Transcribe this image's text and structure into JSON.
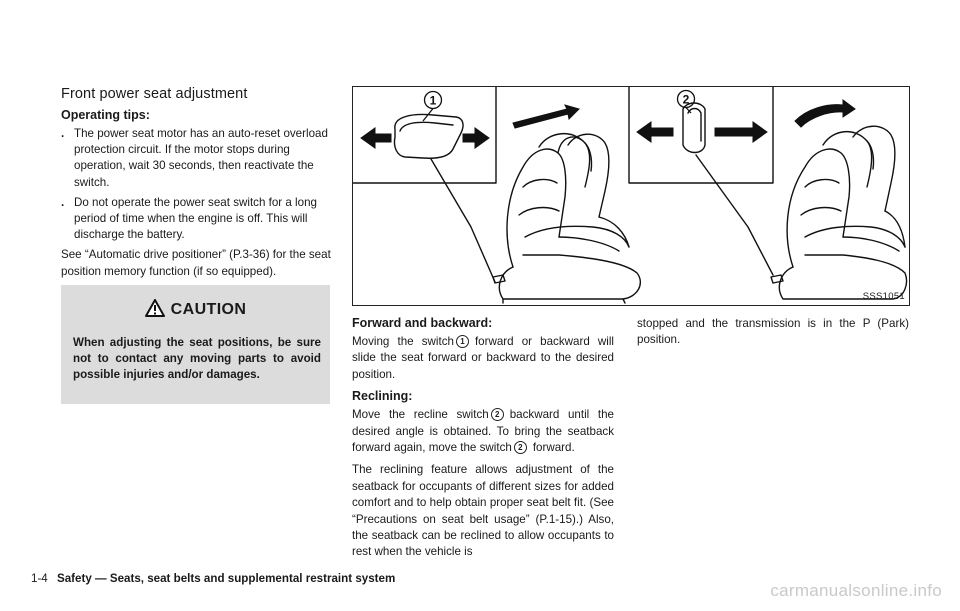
{
  "section_title": "Front power seat adjustment",
  "operating_tips": {
    "heading": "Operating tips:",
    "bullets": [
      "The power seat motor has an auto-reset overload protection circuit. If the motor stops during operation, wait 30 seconds, then reactivate the switch.",
      "Do not operate the power seat switch for a long period of time when the engine is off. This will discharge the battery."
    ],
    "see_also": "See “Automatic drive positioner” (P.3-36) for the seat position memory function (if so equipped)."
  },
  "caution": {
    "title": "CAUTION",
    "text": "When adjusting the seat positions, be sure not to contact any moving parts to avoid possible injuries and/or damages."
  },
  "figure": {
    "callouts": [
      "1",
      "2"
    ],
    "code": "SSS1051"
  },
  "forward_backward": {
    "heading": "Forward and backward:",
    "text_a": "Moving the switch",
    "callout": "1",
    "text_b": "forward or backward will slide the seat forward or backward to the desired position."
  },
  "reclining": {
    "heading": "Reclining:",
    "text_a": "Move the recline switch",
    "callout_a": "2",
    "text_b": "backward until the desired angle is obtained. To bring the seatback forward again, move the switch",
    "callout_b": "2",
    "text_c": "forward.",
    "para2_mid": "The reclining feature allows adjustment of the seatback for occupants of different sizes for added comfort and to help obtain proper seat belt fit. (See “Precautions on seat belt usage” (P.1-15).) Also, the seatback can be reclined to allow occupants to rest when the vehicle is",
    "para2_right": "stopped and the transmission is in the P (Park) position."
  },
  "footer": {
    "page": "1-4",
    "title": "Safety — Seats, seat belts and supplemental restraint system"
  },
  "watermark": "carmanualsonline.info",
  "colors": {
    "caution_bg": "#dcdcdc",
    "text": "#1a1a1a",
    "watermark": "#c9c9c9"
  }
}
